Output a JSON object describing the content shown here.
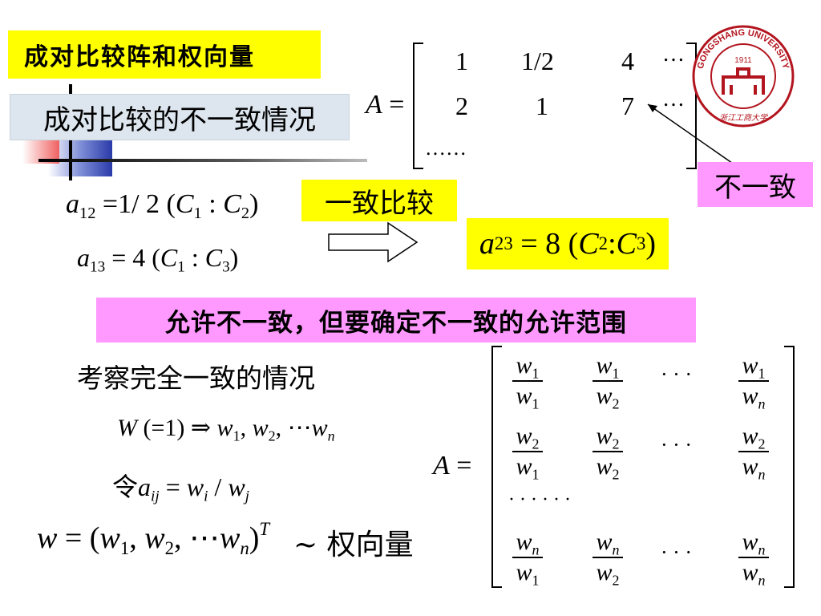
{
  "slide": {
    "title_main": "成对比较阵和权向量",
    "title_sub": "成对比较的不一致情况",
    "matrix_a": {
      "label": "A =",
      "row1": [
        "1",
        "1/2",
        "4",
        "…"
      ],
      "row2": [
        "2",
        "1",
        "7",
        "…"
      ],
      "row3": "……"
    },
    "eq_a12": "a₁₂ = 1/2 (C₁ : C₂)",
    "eq_a13": "a₁₃ = 4 (C₁ : C₃)",
    "consistent_label": "一致比较",
    "eq_a23": "a₂₃ = 8 (C₂ : C₃)",
    "inconsistent_label": "不一致",
    "allow_text": "允许不一致，但要确定不一致的允许范围",
    "consider_text": "考察完全一致的情况",
    "eq_w": "W(=1) ⇒ w₁, w₂, ⋯wₙ",
    "eq_let_prefix": "令",
    "eq_let": "aᵢⱼ = wᵢ / wⱼ",
    "eq_wvec": "w = (w₁, w₂, ⋯wₙ)ᵀ",
    "wvec_suffix": "~ 权向量",
    "matrix_w": {
      "label": "A =",
      "dots_h": "· · ·",
      "dots_row": "· · · · · ·"
    },
    "logo_year": "1911",
    "logo_text_top": "GONGSHANG UNIVERSITY",
    "logo_text_bottom": "浙江工商大学"
  },
  "colors": {
    "title_bg": "#ffff00",
    "label_pink": "#ff99ff",
    "sub_title_bg": "#dde6ee",
    "logo_red": "#b3151f"
  }
}
